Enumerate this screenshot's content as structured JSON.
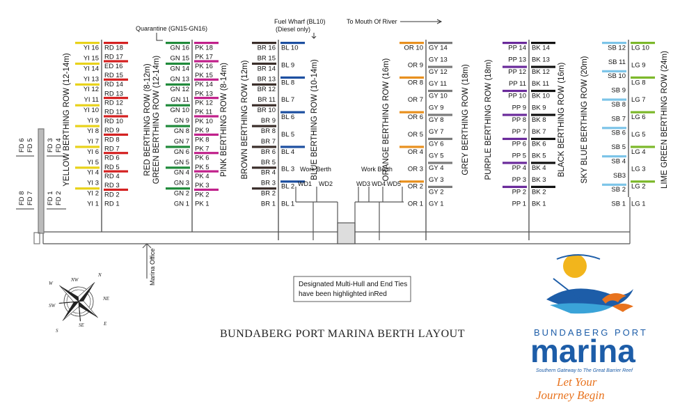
{
  "title": "BUNDABERG PORT MARINA BERTH LAYOUT",
  "notes": {
    "quarantine": "Quarantine  (GN15-GN16)",
    "fuel_wharf": "Fuel Wharf (BL10)",
    "diesel_only": "(Diesel only)",
    "to_mouth": "To Mouth Of River",
    "marina_office": "Marina Office",
    "work_berth_1": "Work Berth",
    "work_berth_2": "Work Berth",
    "multihull_line1": "Designated Multi-Hull and End Ties",
    "multihull_line2": "have been highlighted inRed"
  },
  "work_berths": [
    "WD1",
    "WD2",
    "WD3",
    "WD4",
    "WD5"
  ],
  "fd_labels": {
    "upper_left": [
      "FD 6",
      "FD 5"
    ],
    "upper_right": [
      "FD 3",
      "FD 4"
    ],
    "lower_left": [
      "FD 8",
      "FD 7"
    ],
    "lower_right": [
      "FD 1",
      "FD 2"
    ]
  },
  "compass": [
    "N",
    "NE",
    "E",
    "SE",
    "S",
    "SW",
    "W",
    "NW"
  ],
  "logo": {
    "top": "BUNDABERG PORT",
    "main": "marina",
    "tagline": "Southern Gateway to The Great Barrier Reef",
    "slogan1": "Let Your",
    "slogan2": "Journey Begin"
  },
  "rows": [
    {
      "title": "YELLOW BERTHING ROW (12-14m)",
      "color": "#e8d21a",
      "side": "left",
      "berths": [
        "YI 16",
        "YI 15",
        "YI 14",
        "YI 13",
        "YI 12",
        "YI 11",
        "YI 10",
        "YI 9",
        "YI 8",
        "YI 7",
        "YI 6",
        "YI 5",
        "YI 4",
        "YI 3",
        "YI 2",
        "YI 1"
      ],
      "marked": [
        "YI 16",
        "YI 14",
        "YI 12",
        "YI 10",
        "YI 8",
        "YI 6",
        "YI 4",
        "YI 2"
      ]
    },
    {
      "title": "RED BERTHING ROW (8-12m)",
      "color": "#d42020",
      "side": "right",
      "berths": [
        "RD 18",
        "RD 17",
        "ED 16",
        "RD 15",
        "RD 14",
        "RD 13",
        "RD 12",
        "RD 11",
        "RD 10",
        "RD 9",
        "RD 8",
        "RD 7",
        "RD 6",
        "RD 5",
        "RD 4",
        "RD 3",
        "RD 2",
        "RD 1"
      ],
      "marked": [
        "RD 18",
        "ED 16",
        "RD 14",
        "RD 12",
        "RD 10",
        "RD 8",
        "RD 6",
        "RD 4",
        "RD 2"
      ]
    },
    {
      "title": "GREEN BERTHING ROW (12-14m)",
      "color": "#1f8a3a",
      "side": "left",
      "berths": [
        "GN 16",
        "GN 15",
        "GN 14",
        "GN 13",
        "GN 12",
        "GN 11",
        "GN 10",
        "GN 9",
        "GN 8",
        "GN 7",
        "GN 6",
        "GN 5",
        "GN 4",
        "GN 3",
        "GN 2",
        "GN 1"
      ],
      "marked": [
        "GN 16",
        "GN 14",
        "GN 12",
        "GN 10",
        "GN 8",
        "GN 6",
        "GN 4",
        "GN 2"
      ]
    },
    {
      "title": "PINK BERTHING ROW (8-14m)",
      "color": "#c0208a",
      "side": "right",
      "berths": [
        "PK 18",
        "PK 17",
        "PK 16",
        "PK 15",
        "PK 14",
        "PK 13",
        "PK 12",
        "PK 11",
        "PK 10",
        "PK 9",
        "PK 8",
        "PK 7",
        "PK 6",
        "PK 5",
        "PK 4",
        "PK 3",
        "PK 2",
        "PK 1"
      ],
      "marked": [
        "PK 18",
        "PK 16",
        "PK 14",
        "PK 12",
        "PK 10",
        "PK 8",
        "PK 6",
        "PK 4",
        "PK 2"
      ]
    },
    {
      "title": "BROWN BERTHING ROW (12m)",
      "color": "#3a2e2a",
      "side": "left",
      "berths": [
        "BR 16",
        "BR 15",
        "BR 14",
        "BR 13",
        "BR 12",
        "BR 11",
        "BR 10",
        "BR 9",
        "BR 8",
        "BR 7",
        "BR 6",
        "BR 5",
        "BR 4",
        "BR 3",
        "BR 2",
        "BR 1"
      ],
      "marked": [
        "BR 16",
        "BR 14",
        "BR 12",
        "BR 10",
        "BR 8",
        "BR 6",
        "BR 4",
        "BR 2"
      ]
    },
    {
      "title": "BLUE BERTHING ROW (10-14m)",
      "color": "#1c4fa0",
      "side": "right",
      "berths": [
        "BL 10",
        "BL 9",
        "BL 8",
        "BL 7",
        "BL 6",
        "BL 5",
        "BL 4",
        "BL 3",
        "BL 2",
        "BL 1"
      ],
      "marked": [
        "BL 10",
        "BL 8",
        "BL 6",
        "BL 4",
        "BL 2"
      ]
    },
    {
      "title": "ORANGE BERTHING ROW (16m)",
      "color": "#e8901e",
      "side": "left",
      "berths": [
        "OR 10",
        "OR 9",
        "OR 8",
        "OR 7",
        "OR 6",
        "OR 5",
        "OR 4",
        "OR 3",
        "OR 2",
        "OR 1"
      ],
      "marked": [
        "OR 10",
        "OR 8",
        "OR 6",
        "OR 4",
        "OR 2"
      ]
    },
    {
      "title": "GREY BERTHING ROW (18m)",
      "color": "#7a7a7a",
      "side": "right",
      "berths": [
        "GY 14",
        "GY 13",
        "GY 12",
        "GY 11",
        "GY 10",
        "GY 9",
        "GY 8",
        "GY 7",
        "GY 6",
        "GY 5",
        "GY 4",
        "GY 3",
        "GY 2",
        "GY 1"
      ],
      "marked": [
        "GY 14",
        "GY 12",
        "GY 10",
        "GY 8",
        "GY 6",
        "GY 4",
        "GY 2"
      ]
    },
    {
      "title": "PURPLE BERTHING ROW (18m)",
      "color": "#6a2a9a",
      "side": "left",
      "berths": [
        "PP 14",
        "PP 13",
        "PP 12",
        "PP 11",
        "PP 10",
        "PP 9",
        "PP 8",
        "PP 7",
        "PP 6",
        "PP 5",
        "PP 4",
        "PP 3",
        "PP 2",
        "PP 1"
      ],
      "marked": [
        "PP 14",
        "PP 12",
        "PP 10",
        "PP 8",
        "PP 6",
        "PP 4",
        "PP 2"
      ]
    },
    {
      "title": "BLACK BERTHING ROW (16m)",
      "color": "#111111",
      "side": "right",
      "berths": [
        "BK 14",
        "BK 13",
        "BK 12",
        "BK 11",
        "BK 10",
        "BK 9",
        "BK 8",
        "BK 7",
        "BK 6",
        "BK 5",
        "BK 4",
        "BK 3",
        "BK 2",
        "BK 1"
      ],
      "marked": [
        "BK 14",
        "BK 12",
        "BK 10",
        "BK 8",
        "BK 6",
        "BK 4",
        "BK 2"
      ]
    },
    {
      "title": "SKY BLUE BERTHING ROW (20m)",
      "color": "#7cc4e8",
      "side": "left",
      "berths": [
        "SB 12",
        "SB 11",
        "SB 10",
        "SB 9",
        "SB 8",
        "SB 7",
        "SB 6",
        "SB 5",
        "SB 4",
        "SB3",
        "SB 2",
        "SB 1"
      ],
      "marked": [
        "SB 12",
        "SB 10",
        "SB 8",
        "SB 6",
        "SB 4",
        "SB 2"
      ]
    },
    {
      "title": "LIME GREEN BERTHING ROW (24m)",
      "color": "#7cb82a",
      "side": "right",
      "berths": [
        "LG 10",
        "LG 9",
        "LG 8",
        "LG 7",
        "LG 6",
        "LG 5",
        "LG 4",
        "LG 3",
        "LG 2",
        "LG 1"
      ],
      "marked": [
        "LG 10",
        "LG 8",
        "LG 6",
        "LG 4",
        "LG 2"
      ]
    }
  ]
}
